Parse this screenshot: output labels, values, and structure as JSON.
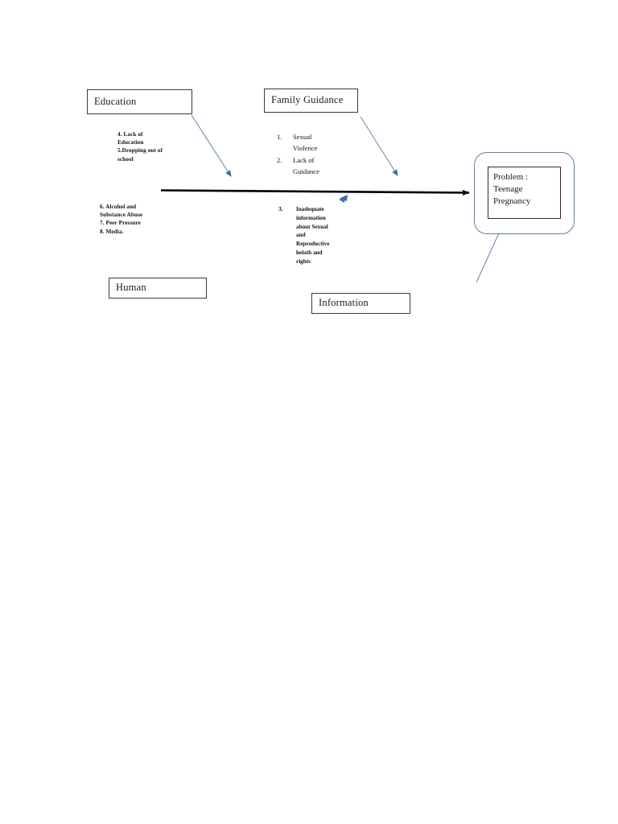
{
  "diagram": {
    "type": "fishbone",
    "title": "Problem : Teenage Pregnancy",
    "spine_color": "#000000",
    "branch_arrow_color": "#4a6fa5",
    "problem_outline_color": "#5f7ea8",
    "box_border_color": "#3a3a3a",
    "categories": [
      {
        "id": "education",
        "label": "Education",
        "position": "top-left",
        "causes_text": "4. Lack of\nEducation\n5.Dropping out of\nschool"
      },
      {
        "id": "family-guidance",
        "label": "Family Guidance",
        "position": "top-middle",
        "items": [
          {
            "num": "1.",
            "text": "Sexual\nViolence"
          },
          {
            "num": "2.",
            "text": "Lack of\nGuidance"
          }
        ]
      },
      {
        "id": "human",
        "label": "Human",
        "position": "bottom-left",
        "causes_text": "6. Alcohol and\nSubstance Abuse\n7. Peer Pressure\n8. Media."
      },
      {
        "id": "information",
        "label": "Information",
        "position": "bottom-middle",
        "items": [
          {
            "num": "3.",
            "text": "Inadequate\ninformation\nabout Sexual\nand\nReproductive\nhelath and\nrights"
          }
        ]
      }
    ],
    "problem": {
      "line1": "Problem :",
      "line2": "Teenage",
      "line3": "Pregnancy",
      "full": "Problem :\nTeenage\nPregnancy"
    }
  }
}
